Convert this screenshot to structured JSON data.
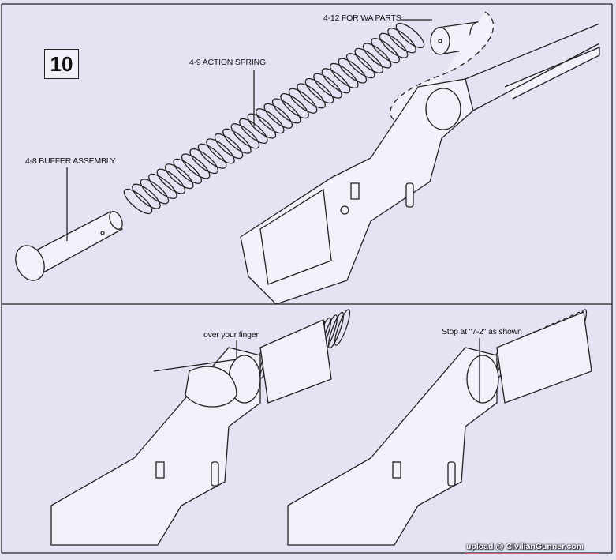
{
  "step_number": "10",
  "labels": {
    "wa_parts": "4-12 FOR WA PARTS",
    "action_spring": "4-9 ACTION SPRING",
    "buffer_assembly": "4-8 BUFFER ASSEMBLY",
    "over_finger": "over your finger",
    "stop_at": "Stop at \"7-2\" as shown"
  },
  "watermark": "upload @ CivilianGunner.com",
  "colors": {
    "background": "#e3e3f3",
    "line": "#222222",
    "watermark_underline": "#d0607a"
  }
}
